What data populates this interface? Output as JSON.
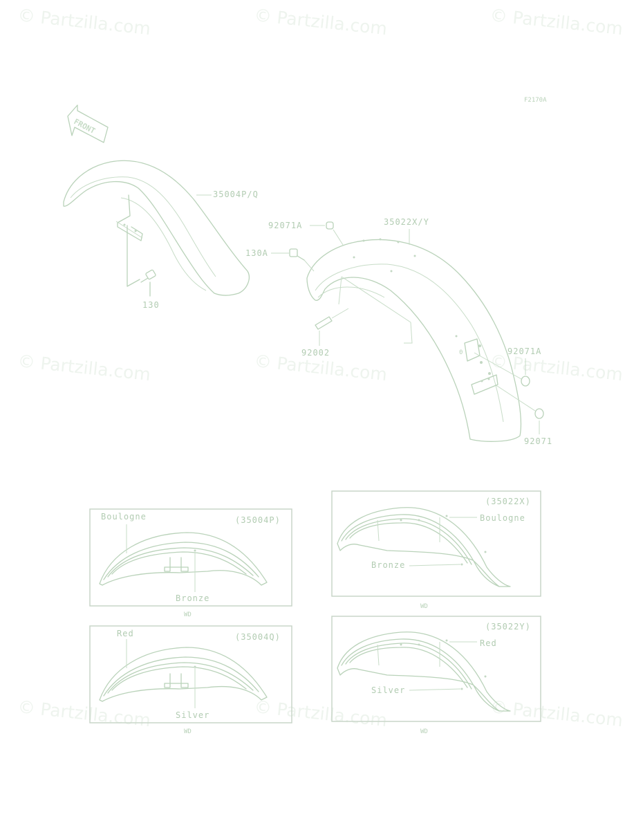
{
  "watermark": "© Partzilla.com",
  "figure_code": "F2170A",
  "front_arrow": "FRONT",
  "callouts": {
    "front_fender": "35004P/Q",
    "front_bolt": "130",
    "rear_fender": "35022X/Y",
    "cap_top": "92071A",
    "bolt_130a": "130A",
    "bolt_92002": "92002",
    "cap_right": "92071A",
    "cap_bottom": "92071"
  },
  "variants": [
    {
      "code": "(35004P)",
      "stripe": "Boulogne",
      "base": "Bronze",
      "note": "WD"
    },
    {
      "code": "(35004Q)",
      "stripe": "Red",
      "base": "Silver",
      "note": "WD"
    },
    {
      "code": "(35022X)",
      "stripe": "Boulogne",
      "base": "Bronze",
      "note": "WD"
    },
    {
      "code": "(35022Y)",
      "stripe": "Red",
      "base": "Silver",
      "note": "WD"
    }
  ]
}
